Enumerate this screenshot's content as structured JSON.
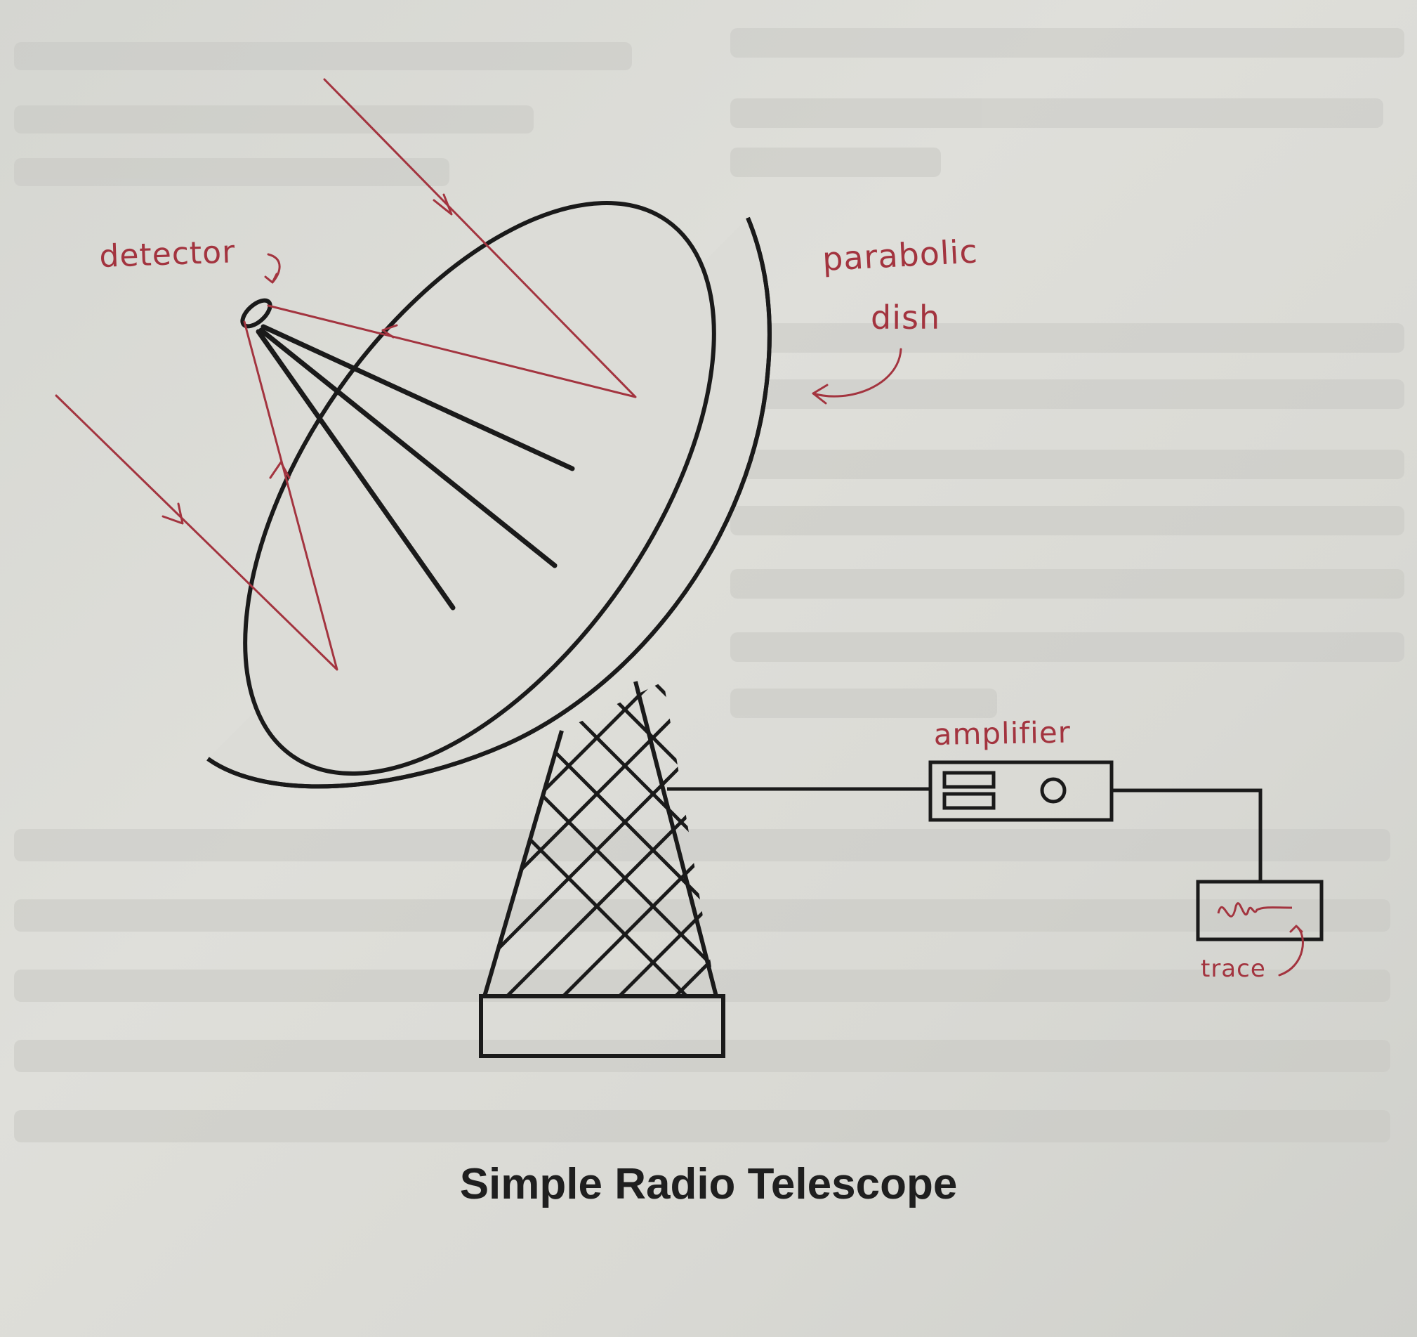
{
  "caption": "Simple Radio Telescope",
  "labels": {
    "detector": "detector",
    "parabolic": "parabolic",
    "dish": "dish",
    "amplifier": "amplifier",
    "trace": "trace"
  },
  "colors": {
    "ink": "#1a1a1a",
    "annotation": "#a3343f",
    "paper": "#dcdcd7"
  }
}
